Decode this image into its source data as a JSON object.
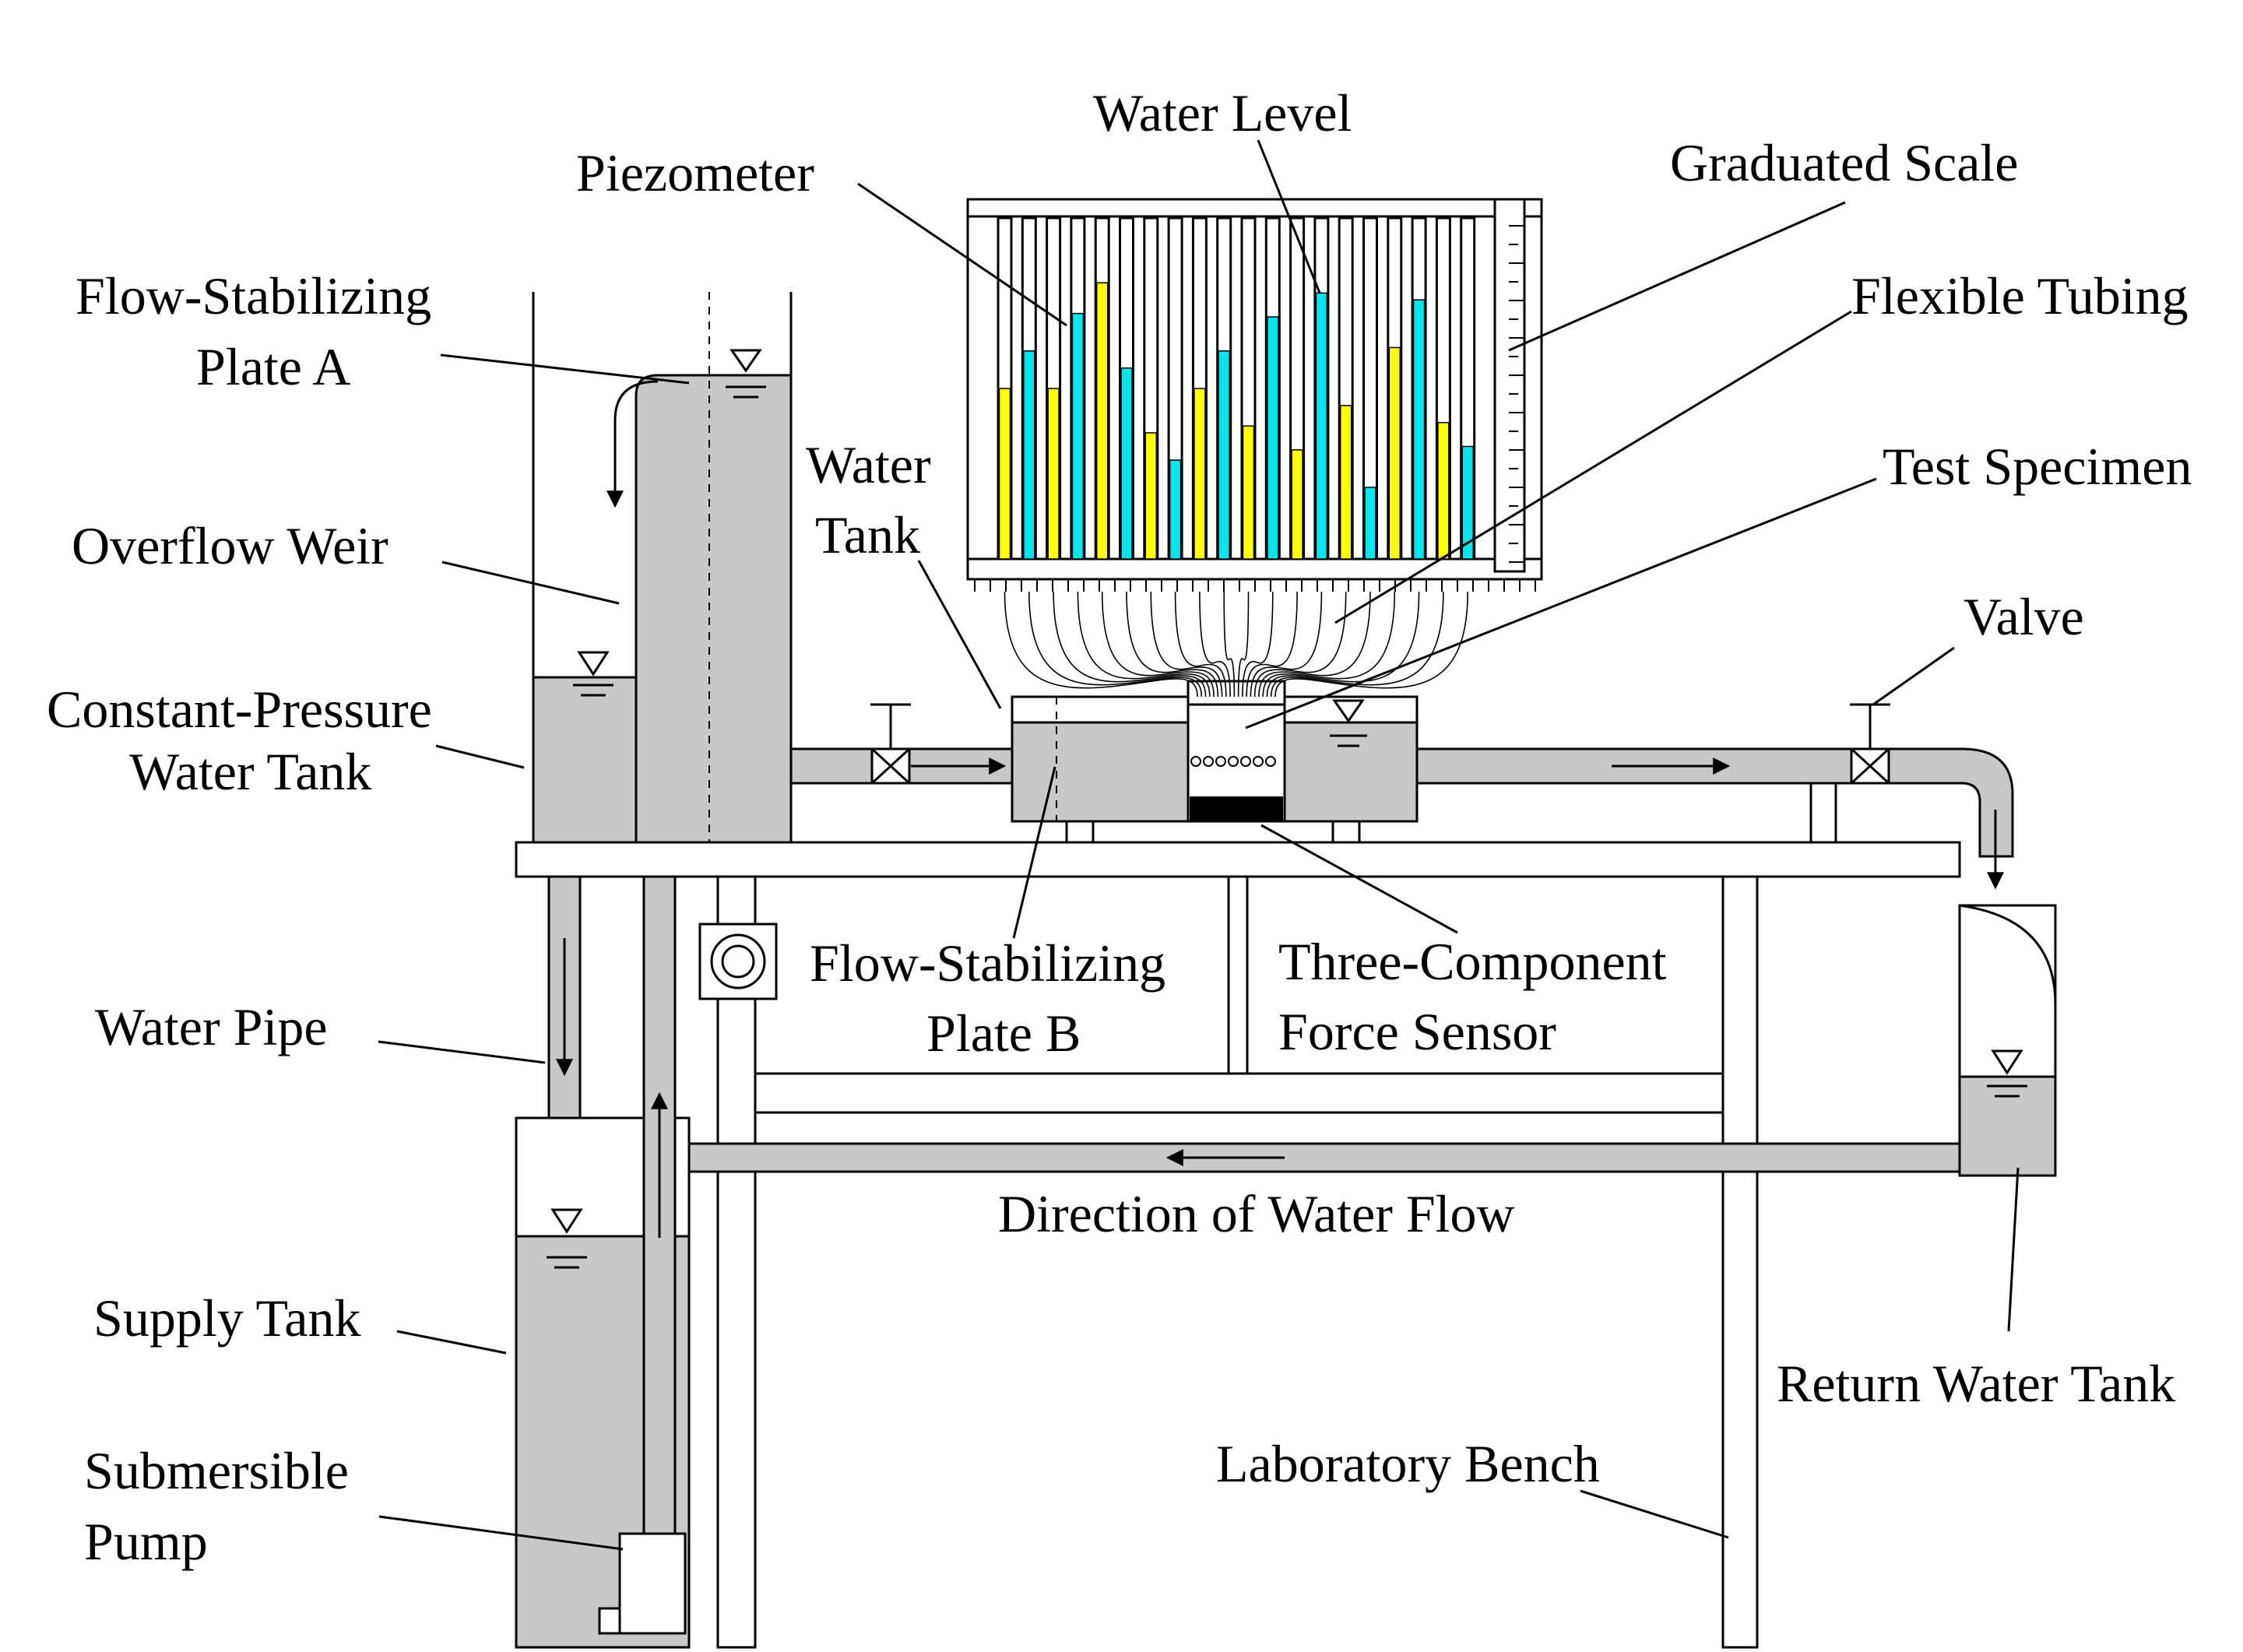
{
  "labels": {
    "piezometer": "Piezometer",
    "water_level": "Water Level",
    "graduated_scale": "Graduated Scale",
    "flow_plate_a_line1": "Flow-Stabilizing",
    "flow_plate_a_line2": "Plate A",
    "flexible_tubing": "Flexible Tubing",
    "water_tank_line1": "Water",
    "water_tank_line2": "Tank",
    "test_specimen": "Test Specimen",
    "overflow_weir": "Overflow Weir",
    "valve": "Valve",
    "constant_pressure_line1": "Constant-Pressure",
    "constant_pressure_line2": "Water Tank",
    "flow_plate_b_line1": "Flow-Stabilizing",
    "flow_plate_b_line2": "Plate B",
    "force_sensor_line1": "Three-Component",
    "force_sensor_line2": "Force Sensor",
    "water_pipe": "Water Pipe",
    "direction_of_flow": "Direction of Water Flow",
    "supply_tank": "Supply Tank",
    "return_water_tank": "Return Water Tank",
    "submersible_line1": "Submersible",
    "submersible_line2": "Pump",
    "laboratory_bench": "Laboratory Bench"
  },
  "colors": {
    "water_fill": "#c8c8c8",
    "piezometer_yellow": "#ffff00",
    "piezometer_cyan": "#00e5ee",
    "line": "#000000"
  },
  "piezometer_tubes": [
    {
      "level": 0.5,
      "color": "yellow"
    },
    {
      "level": 0.61,
      "color": "cyan"
    },
    {
      "level": 0.5,
      "color": "yellow"
    },
    {
      "level": 0.72,
      "color": "cyan"
    },
    {
      "level": 0.81,
      "color": "yellow"
    },
    {
      "level": 0.56,
      "color": "cyan"
    },
    {
      "level": 0.37,
      "color": "yellow"
    },
    {
      "level": 0.29,
      "color": "cyan"
    },
    {
      "level": 0.5,
      "color": "yellow"
    },
    {
      "level": 0.61,
      "color": "cyan"
    },
    {
      "level": 0.39,
      "color": "yellow"
    },
    {
      "level": 0.71,
      "color": "cyan"
    },
    {
      "level": 0.32,
      "color": "yellow"
    },
    {
      "level": 0.78,
      "color": "cyan"
    },
    {
      "level": 0.45,
      "color": "yellow"
    },
    {
      "level": 0.21,
      "color": "cyan"
    },
    {
      "level": 0.62,
      "color": "yellow"
    },
    {
      "level": 0.76,
      "color": "cyan"
    },
    {
      "level": 0.4,
      "color": "yellow"
    },
    {
      "level": 0.33,
      "color": "cyan"
    }
  ]
}
